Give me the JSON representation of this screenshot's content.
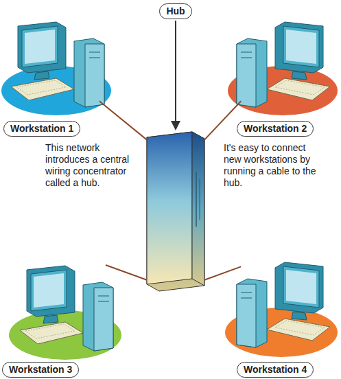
{
  "diagram": {
    "nodes": [
      {
        "text": [
          "Hub"
        ]
      },
      {
        "text": [
          "Workstation 1"
        ]
      },
      {
        "text": [
          "Workstation 2"
        ]
      },
      {
        "text": [
          "Workstation 3"
        ]
      },
      {
        "text": [
          "Workstation 4"
        ]
      }
    ],
    "edges": [
      {
        "from": 0,
        "to": 1,
        "arrow": "none"
      },
      {
        "from": 0,
        "to": 2,
        "arrow": "none"
      },
      {
        "from": 0,
        "to": 3,
        "arrow": "none"
      },
      {
        "from": 0,
        "to": 4,
        "arrow": "none"
      }
    ],
    "labels": [
      "This network introduces a central wiring concentrator called a hub.",
      "It's easy to connect new workstations by running a cable to the hub."
    ]
  }
}
